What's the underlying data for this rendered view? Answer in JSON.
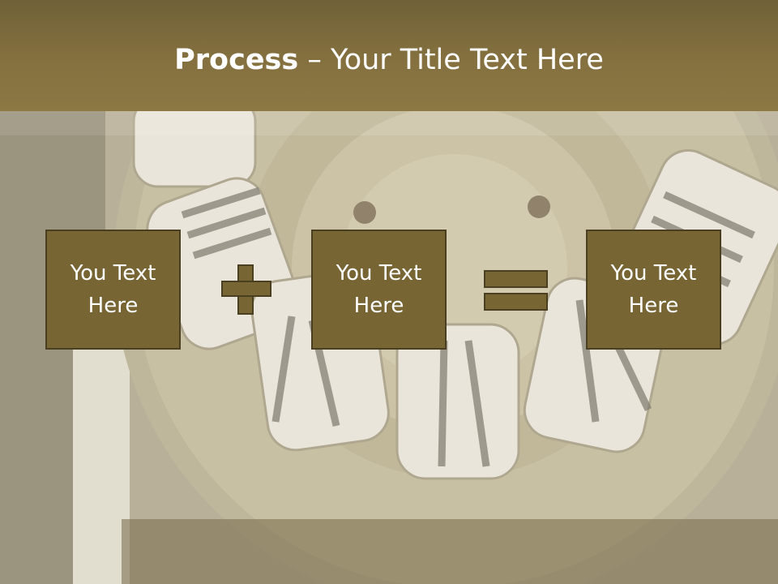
{
  "title": {
    "bold": "Process",
    "rest": " – Your Title Text Here"
  },
  "boxes": [
    {
      "line1": "You Text",
      "line2": "Here"
    },
    {
      "line1": "You Text",
      "line2": "Here"
    },
    {
      "line1": "You Text",
      "line2": "Here"
    }
  ],
  "colors": {
    "title_bar": "#85713f",
    "box_fill": "#776534",
    "box_border": "#4a3f20",
    "text": "#ffffff"
  },
  "icons": [
    "plus-icon",
    "equals-icon"
  ]
}
